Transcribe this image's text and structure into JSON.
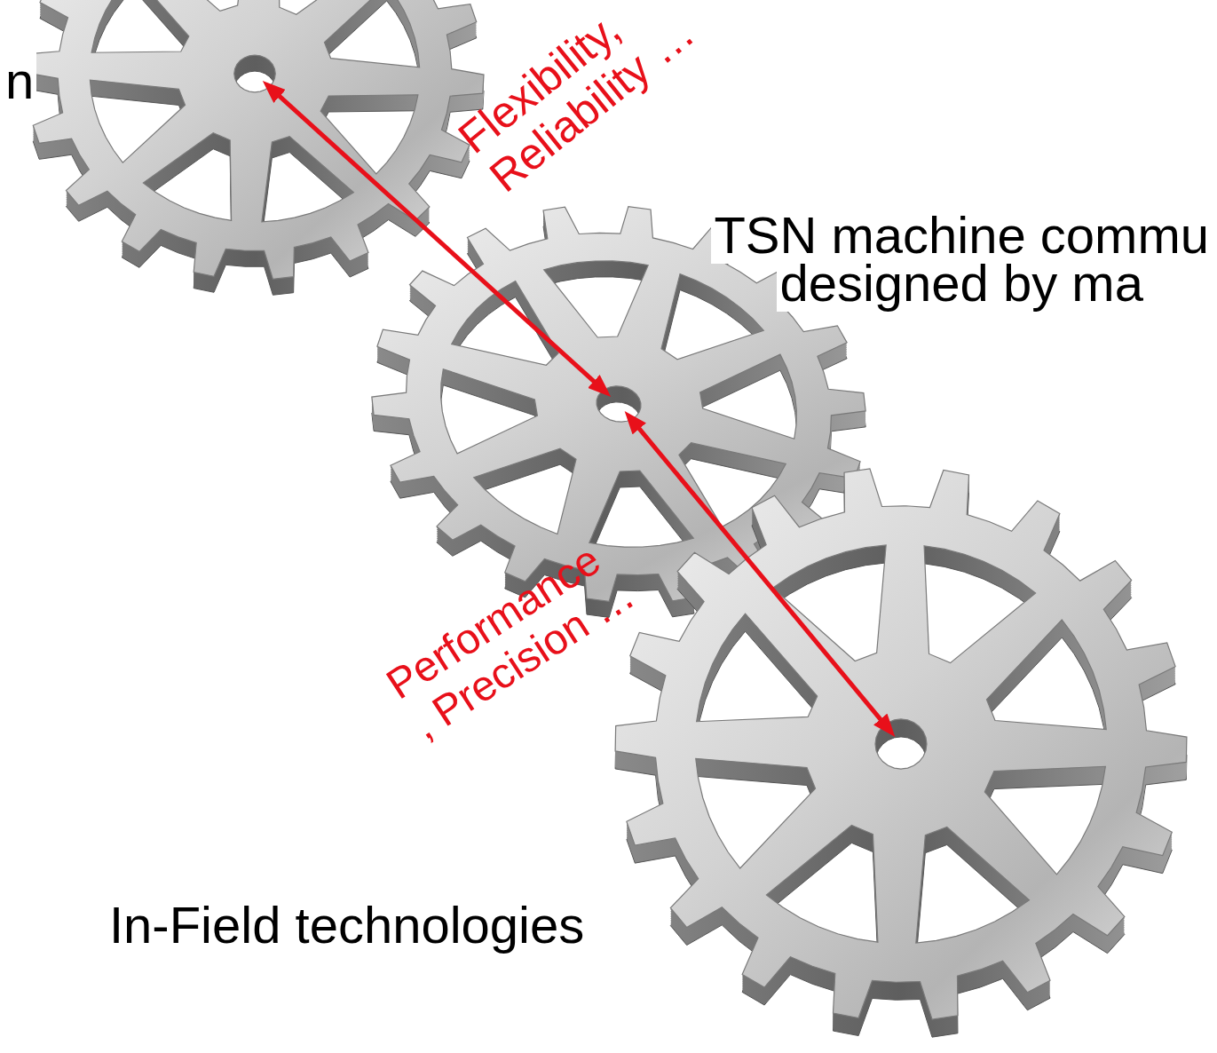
{
  "diagram": {
    "nodes": [
      {
        "text": [
          "n"
        ]
      },
      {
        "text": [
          "TSN machine commu designed by ma"
        ]
      },
      {
        "text": [
          "In-Field technologies"
        ]
      }
    ],
    "edges": [
      {
        "from": 0,
        "to": 1,
        "arrow": "both",
        "label": "Flexibility, Reliability …"
      },
      {
        "from": 1,
        "to": 2,
        "arrow": "both",
        "label": "Performance , Precision …"
      }
    ]
  }
}
